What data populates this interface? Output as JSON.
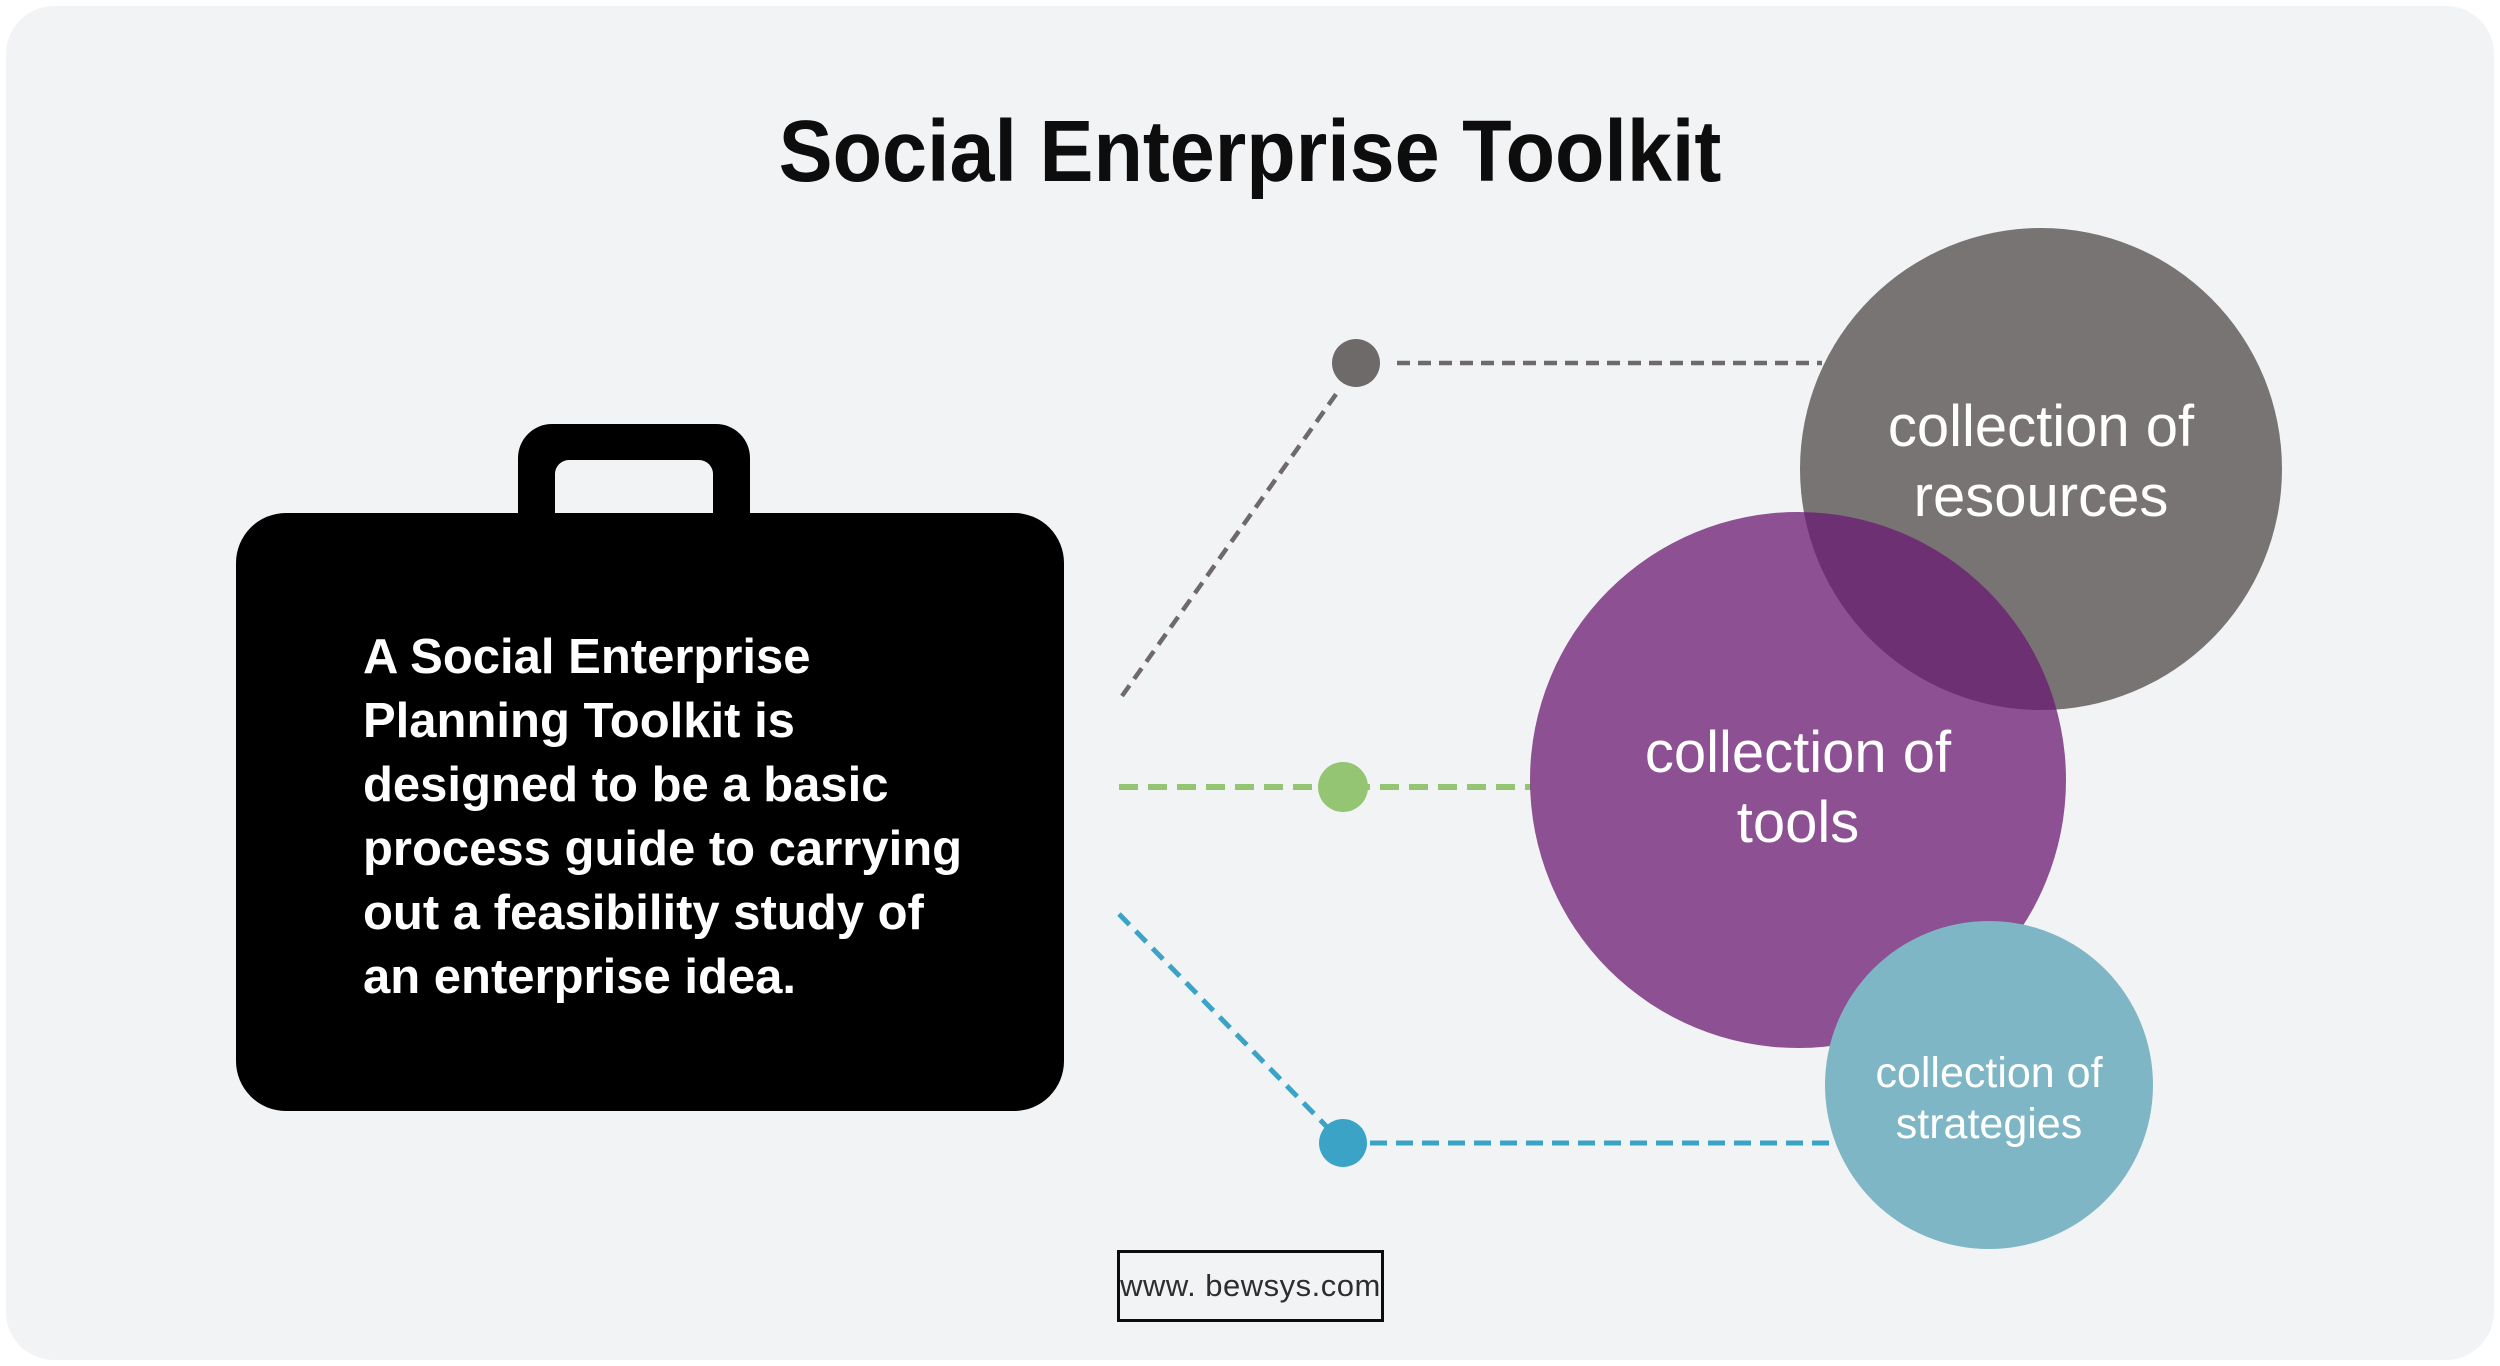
{
  "title": "Social Enterprise Toolkit",
  "briefcase": {
    "lines": [
      "A Social Enterprise",
      "Planning Toolkit is",
      "designed to be a basic",
      "process guide to carrying",
      "out a feasibility study of",
      "an enterprise idea."
    ]
  },
  "circles": {
    "resources": {
      "line1": "collection of",
      "line2": "resources"
    },
    "tools": {
      "line1": "collection of",
      "line2": "tools"
    },
    "strategies": {
      "line1": "collection of",
      "line2": "strategies"
    }
  },
  "footer": {
    "website": "www. bewsys.com"
  },
  "colors": {
    "page_margin": "#FFFFFF",
    "card_background": "#F2F3F5",
    "briefcase": "#000000",
    "title_text": "#0D0D0D",
    "resources_circle": "#787473",
    "tools_circle": "#8B5092",
    "circles_overlap": "#6D3071",
    "strategies_circle": "#7FB6C5",
    "resources_accent": "#6E6A69",
    "tools_accent": "#94C572",
    "strategies_accent": "#3BA4C6",
    "circle_label_text": "#FFFFFF"
  }
}
